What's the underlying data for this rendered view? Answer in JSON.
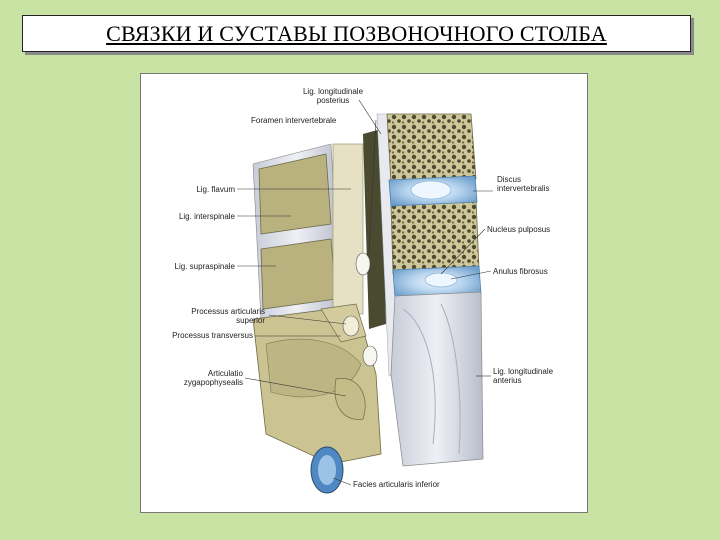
{
  "title": "СВЯЗКИ И СУСТАВЫ ПОЗВОНОЧНОГО СТОЛБА",
  "labels": {
    "lig_long_post_1": "Lig. longitudinale",
    "lig_long_post_2": "posterius",
    "foramen": "Foramen intervertebrale",
    "lig_flavum": "Lig. flavum",
    "lig_interspinale": "Lig. interspinale",
    "lig_supraspinale": "Lig. supraspinale",
    "proc_artic_1": "Processus articularis",
    "proc_artic_2": "superior",
    "proc_transversus": "Processus transversus",
    "artic_zyg_1": "Articulatio",
    "artic_zyg_2": "zygapophysealis",
    "facies": "Facies articularis inferior",
    "discus_1": "Discus",
    "discus_2": "intervertebralis",
    "nucleus": "Nucleus pulposus",
    "anulus": "Anulus fibrosus",
    "lig_long_ant_1": "Lig. longitudinale",
    "lig_long_ant_2": "anterius"
  },
  "colors": {
    "background": "#c9e3a4",
    "bone": "#cfc79a",
    "bone_dark": "#8f8a5c",
    "ligament": "#d9dde8",
    "disc_blue": "#9cc3e6",
    "cancellous": "#5a5a3e"
  }
}
